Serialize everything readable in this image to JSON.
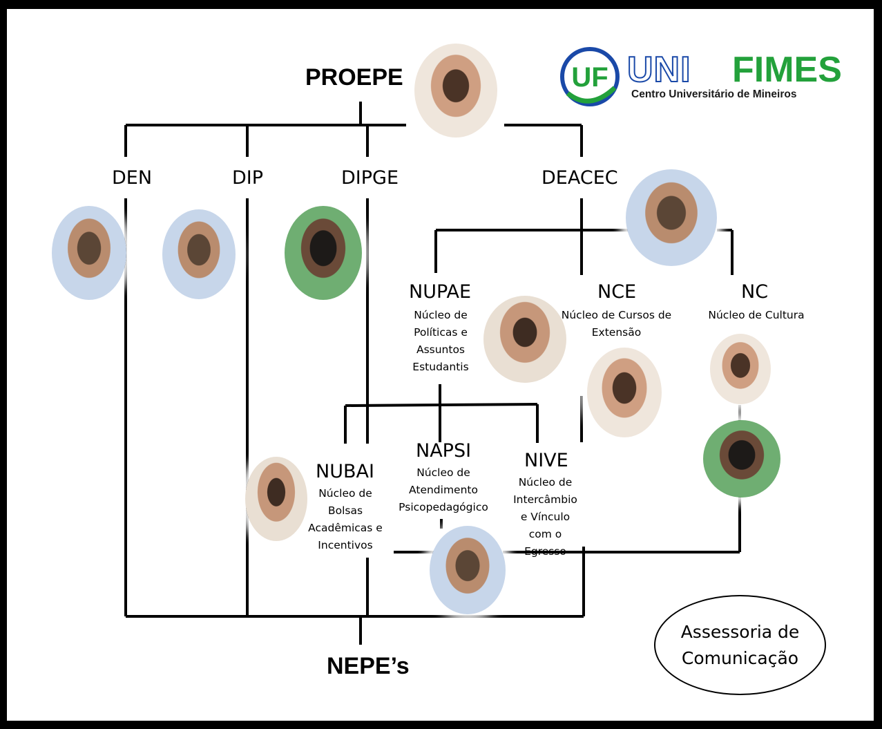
{
  "top": {
    "title": "PROEPE"
  },
  "bottom": {
    "title": "NEPE’s"
  },
  "logo": {
    "uni": "UNI",
    "fimes": "FIMES",
    "subtitle": "Centro Universitário de Mineiros",
    "mark": "UF"
  },
  "directorates": [
    {
      "abbr": "DEN"
    },
    {
      "abbr": "DIP"
    },
    {
      "abbr": "DIPGE"
    },
    {
      "abbr": "DEACEC"
    }
  ],
  "nuclei": {
    "nupae": {
      "abbr": "NUPAE",
      "desc": "Núcleo de Políticas e Assuntos Estudantis"
    },
    "nce": {
      "abbr": "NCE",
      "desc": "Núcleo de Cursos de Extensão"
    },
    "nc": {
      "abbr": "NC",
      "desc": "Núcleo de Cultura"
    },
    "nubai": {
      "abbr": "NUBAI",
      "desc": "Núcleo de Bolsas Acadêmicas e Incentivos"
    },
    "napsi": {
      "abbr": "NAPSI",
      "desc": "Núcleo de Atendimento Psicopedagógico"
    },
    "nive": {
      "abbr": "NIVE",
      "desc": "Núcleo de Intercâmbio e Vínculo com o Egresso"
    }
  },
  "communication": {
    "label": "Assessoria de Comunicação"
  },
  "colors": {
    "logo_blue": "#1a49a8",
    "logo_green": "#23a13b",
    "border": "#000000"
  }
}
